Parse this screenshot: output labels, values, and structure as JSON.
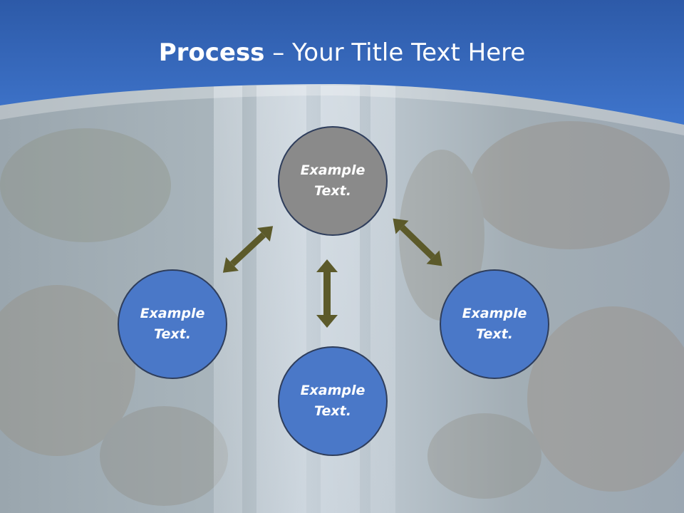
{
  "slide": {
    "title_bold": "Process",
    "title_rest": " – Your Title Text Here"
  },
  "nodes": {
    "top": {
      "label": "Example\nText."
    },
    "left": {
      "label": "Example\nText."
    },
    "bottom": {
      "label": "Example\nText."
    },
    "right": {
      "label": "Example\nText."
    }
  },
  "colors": {
    "header": "#3a6ec4",
    "node_blue": "#4a78c8",
    "node_gray": "#8a8a8a",
    "arrow": "#5c5a2a"
  }
}
